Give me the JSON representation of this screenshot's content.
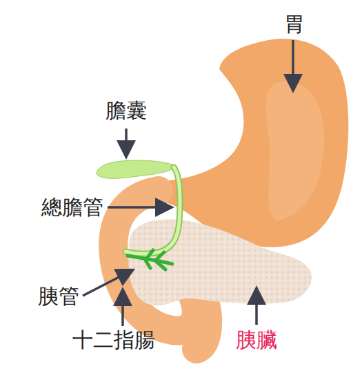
{
  "diagram": {
    "labels": [
      "胃",
      "膽囊",
      "總膽管",
      "胰管",
      "十二指腸",
      "胰臟"
    ]
  }
}
